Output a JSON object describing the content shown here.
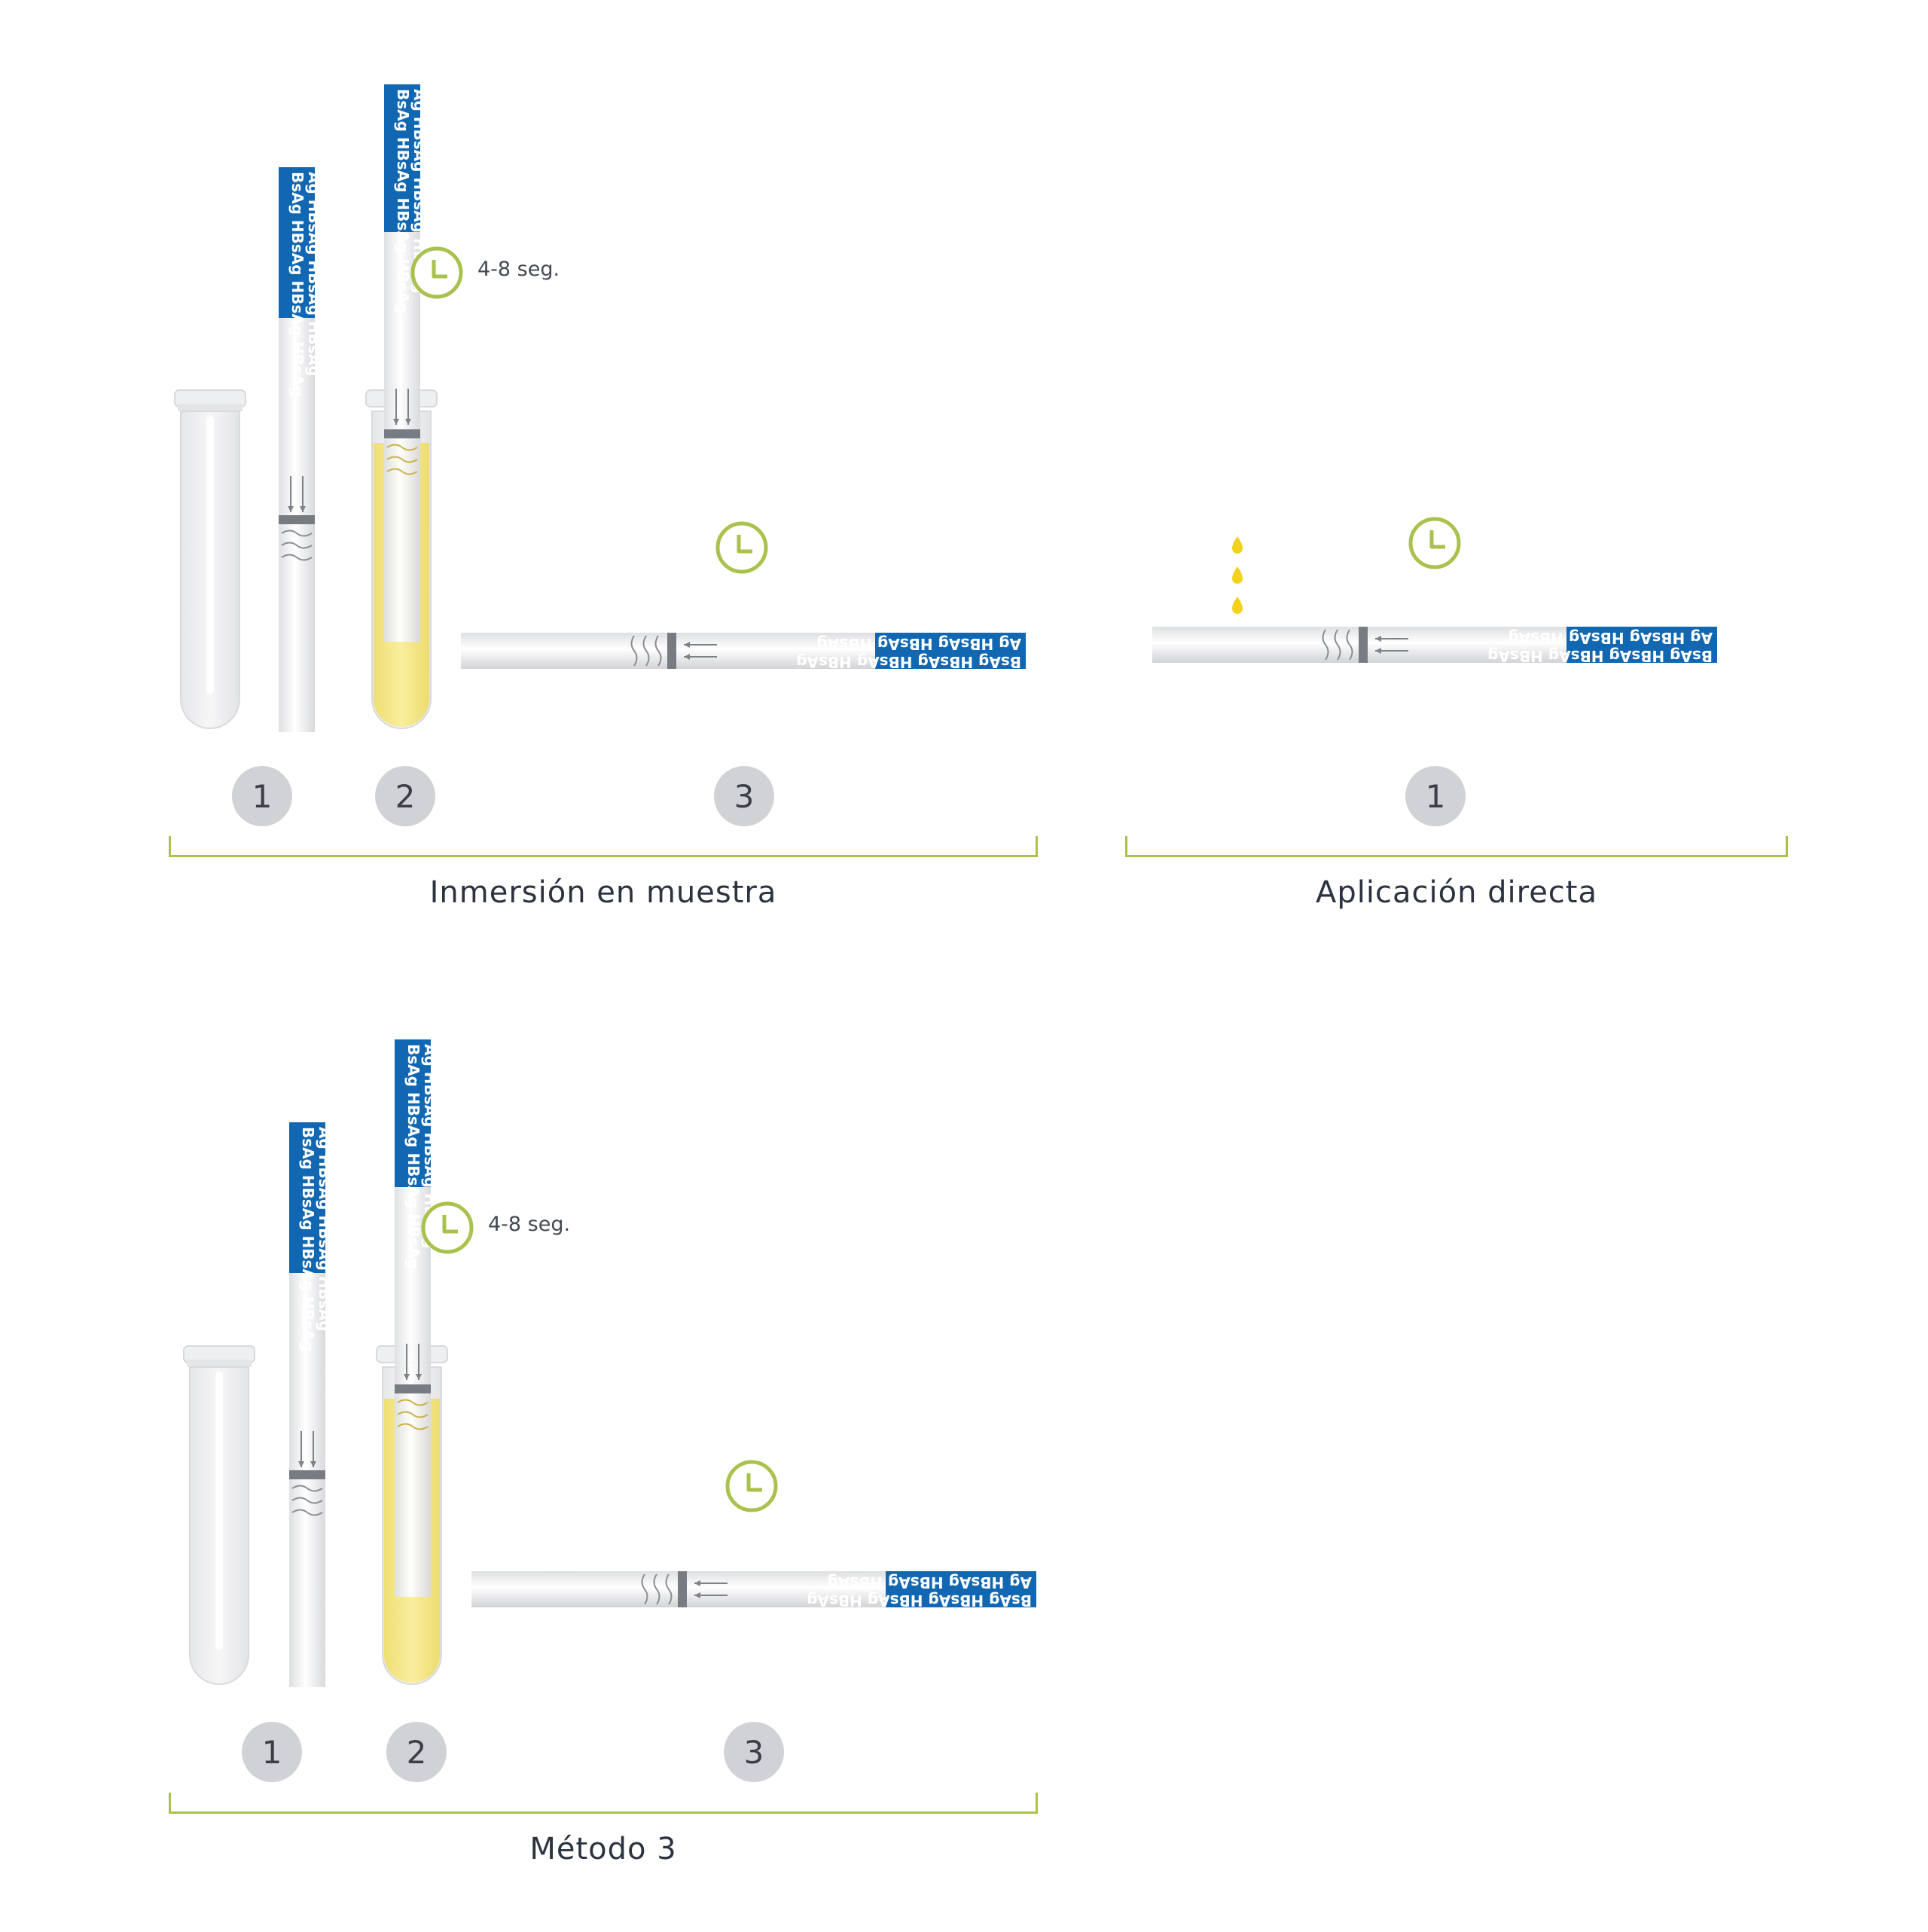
{
  "strip_text": "BsAg HBsAg HBsAg HBsAg",
  "strip_text_2": "Ag HBsAg HBsAg HBsAg",
  "colors": {
    "accent": "#a9c24d",
    "strip_blue": "#1167b1",
    "sample_yellow": "#f5e98a",
    "badge": "#d1d2d6",
    "drop": "#f2d21b"
  },
  "icons": [
    "clock-icon",
    "test-tube-icon",
    "test-strip-icon",
    "drop-icon"
  ],
  "sections": [
    {
      "caption": "Inmersión en muestra",
      "steps": [
        "1",
        "2",
        "3"
      ],
      "time_label": "4-8 seg."
    },
    {
      "caption": "Aplicación directa",
      "steps": [
        "1"
      ]
    },
    {
      "caption": "Método 3",
      "steps": [
        "1",
        "2",
        "3"
      ],
      "time_label": "4-8 seg."
    }
  ]
}
